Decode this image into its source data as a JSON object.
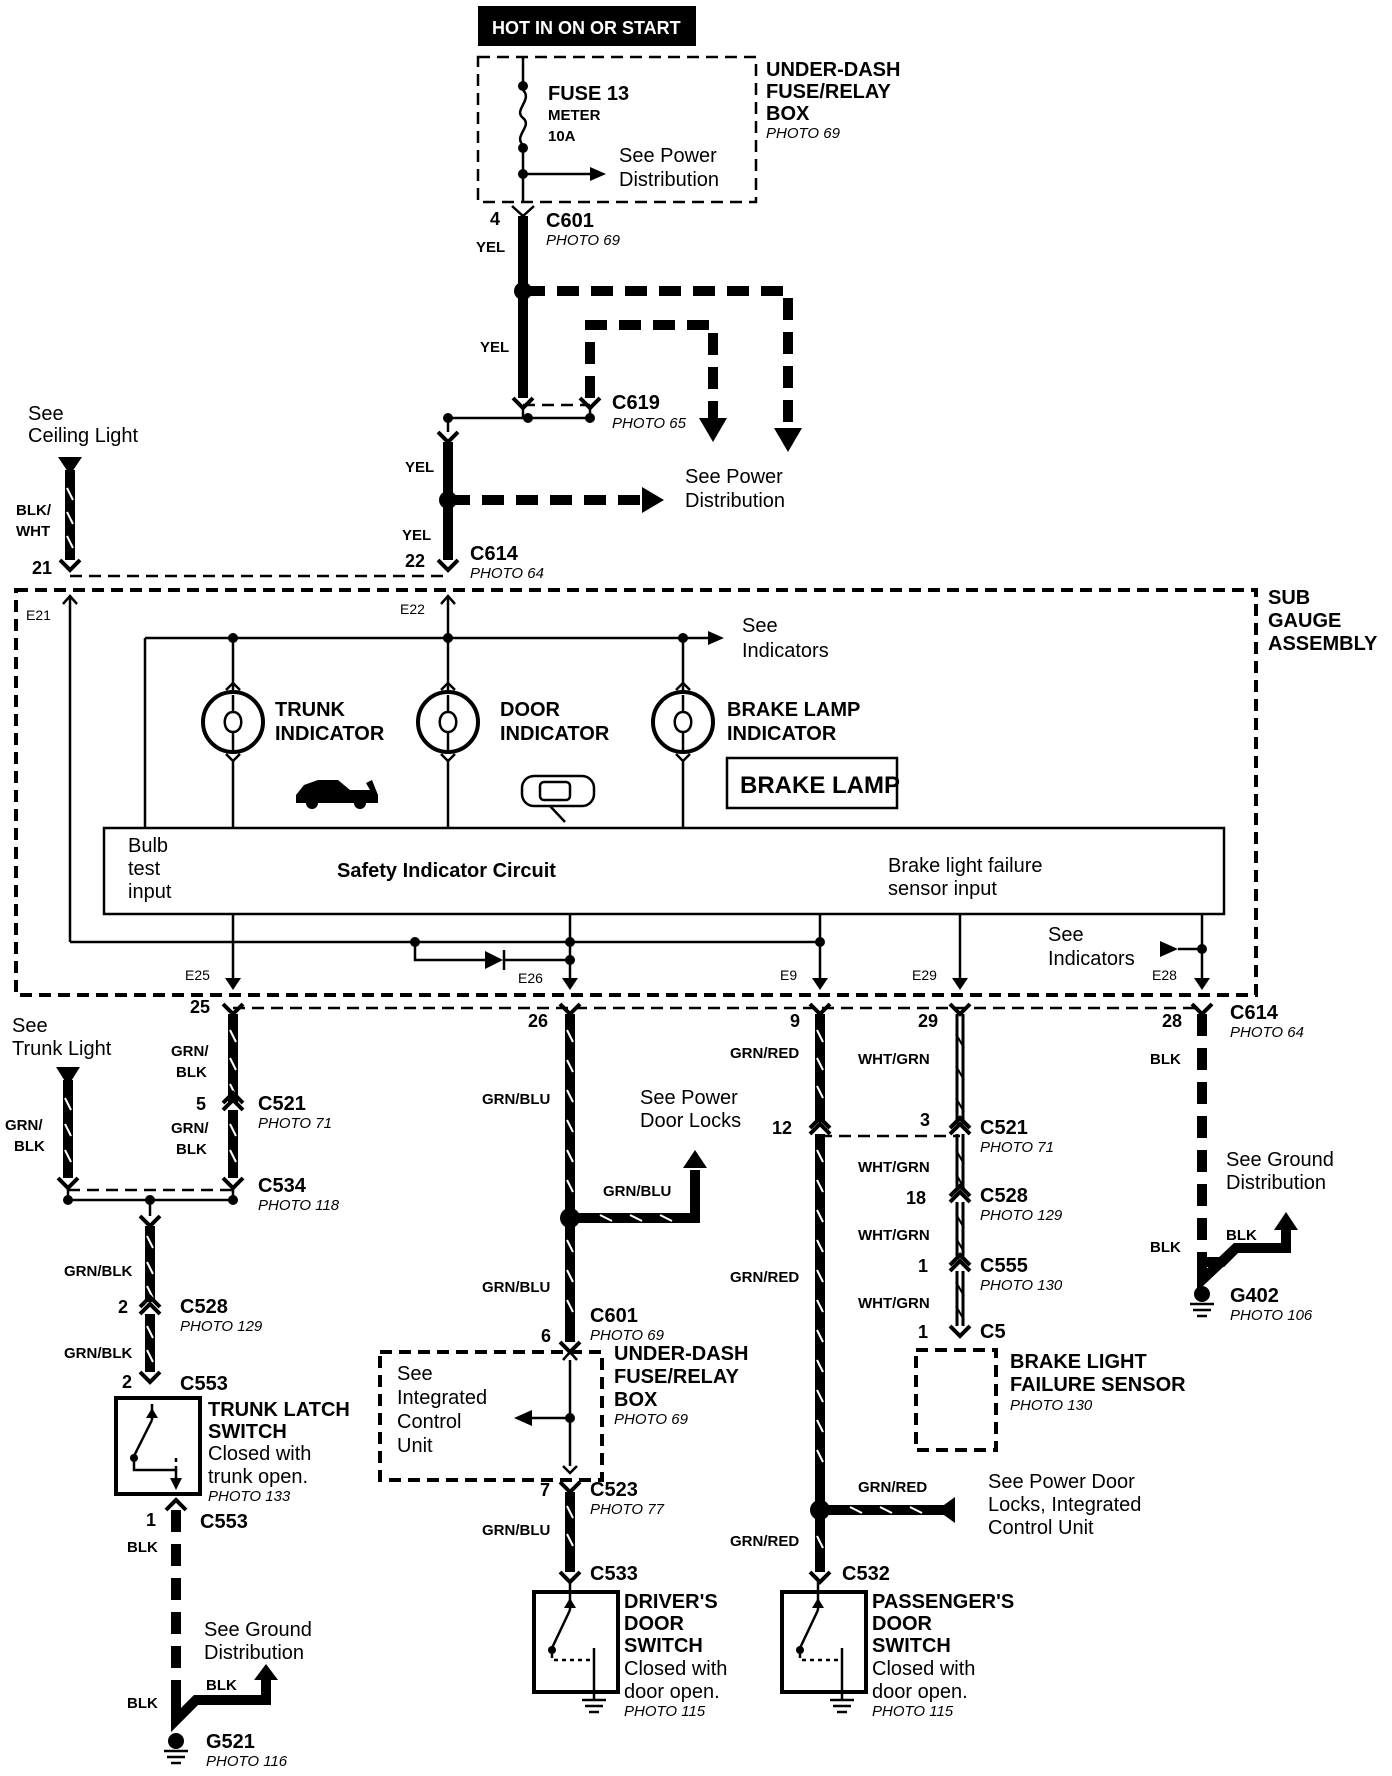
{
  "header": {
    "label": "HOT IN ON OR START"
  },
  "fuse_box_top": {
    "name": "UNDER-DASH\nFUSE/RELAY\nBOX",
    "name_lines": [
      "UNDER-DASH",
      "FUSE/RELAY",
      "BOX"
    ],
    "photo": "PHOTO 69",
    "fuse": "FUSE 13",
    "fuse_name": "METER",
    "fuse_rating": "10A",
    "see_power": [
      "See Power",
      "Distribution"
    ]
  },
  "connectors": {
    "c601_top": {
      "pin": "4",
      "name": "C601",
      "photo": "PHOTO 69"
    },
    "c619": {
      "name": "C619",
      "photo": "PHOTO 65"
    },
    "c614_top": {
      "pin_left": "21",
      "pin_right": "22",
      "name": "C614",
      "photo": "PHOTO 64"
    },
    "c614_bottom": {
      "pins": [
        "25",
        "26",
        "9",
        "29",
        "28"
      ],
      "name": "C614",
      "photo": "PHOTO 64"
    },
    "c521_left": {
      "pin": "5",
      "name": "C521",
      "photo": "PHOTO 71"
    },
    "c534": {
      "name": "C534",
      "photo": "PHOTO 118"
    },
    "c528_left": {
      "pin": "2",
      "name": "C528",
      "photo": "PHOTO 129"
    },
    "c553_top": {
      "pin": "2",
      "name": "C553"
    },
    "c553_bottom": {
      "pin": "1",
      "name": "C553"
    },
    "c601_mid": {
      "pin": "6",
      "name": "C601",
      "photo": "PHOTO 69"
    },
    "c523": {
      "pin": "7",
      "name": "C523",
      "photo": "PHOTO 77"
    },
    "c533": {
      "name": "C533"
    },
    "c521_right": {
      "pin_left": "12",
      "pin_right": "3",
      "name": "C521",
      "photo": "PHOTO 71"
    },
    "c528_right": {
      "pin": "18",
      "name": "C528",
      "photo": "PHOTO 129"
    },
    "c555": {
      "pin": "1",
      "name": "C555",
      "photo": "PHOTO 130"
    },
    "c5": {
      "pin": "1",
      "name": "C5"
    },
    "c532": {
      "name": "C532"
    }
  },
  "wires": {
    "yel": "YEL",
    "blk_wht": [
      "BLK/",
      "WHT"
    ],
    "grn_blk": "GRN/BLK",
    "grn_blk_split": [
      "GRN/",
      "BLK"
    ],
    "grn_blu": "GRN/BLU",
    "grn_red": "GRN/RED",
    "wht_grn": "WHT/GRN",
    "blk": "BLK"
  },
  "refs": {
    "ceiling_light": [
      "See",
      "Ceiling Light"
    ],
    "see_power_dist": [
      "See Power",
      "Distribution"
    ],
    "see_indicators_top": [
      "See",
      "Indicators"
    ],
    "see_indicators_bottom": [
      "See",
      "Indicators"
    ],
    "trunk_light": [
      "See",
      "Trunk Light"
    ],
    "power_door_locks": [
      "See Power",
      "Door Locks"
    ],
    "integrated_control": [
      "See",
      "Integrated",
      "Control",
      "Unit"
    ],
    "power_door_locks_icu": [
      "See Power Door",
      "Locks, Integrated",
      "Control Unit"
    ],
    "ground_dist_right": [
      "See Ground",
      "Distribution"
    ],
    "ground_dist_left": [
      "See Ground",
      "Distribution"
    ]
  },
  "sub_gauge": {
    "name": [
      "SUB",
      "GAUGE",
      "ASSEMBLY"
    ],
    "terminals": {
      "e21": "E21",
      "e22": "E22",
      "e25": "E25",
      "e26": "E26",
      "e9": "E9",
      "e29": "E29",
      "e28": "E28"
    },
    "trunk_indicator": [
      "TRUNK",
      "INDICATOR"
    ],
    "door_indicator": [
      "DOOR",
      "INDICATOR"
    ],
    "brake_lamp_indicator": [
      "BRAKE LAMP",
      "INDICATOR"
    ],
    "brake_lamp_panel": "BRAKE LAMP",
    "circuit_title": "Safety Indicator Circuit",
    "bulb_test": [
      "Bulb",
      "test",
      "input"
    ],
    "brake_sensor_input": [
      "Brake light failure",
      "sensor input"
    ]
  },
  "components": {
    "trunk_latch": {
      "name": [
        "TRUNK LATCH",
        "SWITCH"
      ],
      "desc": [
        "Closed with",
        "trunk open."
      ],
      "photo": "PHOTO 133"
    },
    "under_dash_mid": {
      "name": [
        "UNDER-DASH",
        "FUSE/RELAY",
        "BOX"
      ],
      "photo": "PHOTO 69"
    },
    "drivers_door": {
      "name": [
        "DRIVER'S",
        "DOOR",
        "SWITCH"
      ],
      "desc": [
        "Closed with",
        "door open."
      ],
      "photo": "PHOTO 115"
    },
    "passengers_door": {
      "name": [
        "PASSENGER'S",
        "DOOR",
        "SWITCH"
      ],
      "desc": [
        "Closed with",
        "door open."
      ],
      "photo": "PHOTO 115"
    },
    "brake_sensor": {
      "name": [
        "BRAKE LIGHT",
        "FAILURE SENSOR"
      ],
      "photo": "PHOTO 130"
    }
  },
  "grounds": {
    "g402": {
      "name": "G402",
      "photo": "PHOTO 106"
    },
    "g521": {
      "name": "G521",
      "photo": "PHOTO 116"
    }
  }
}
